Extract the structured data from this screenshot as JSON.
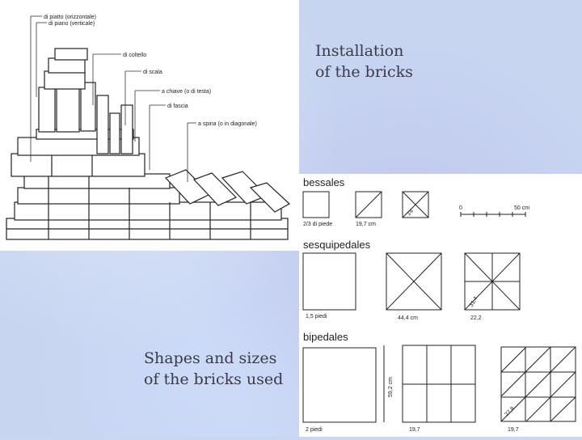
{
  "captions": {
    "installation": [
      "Installation",
      "of the bricks"
    ],
    "shapes": [
      "Shapes and sizes",
      "of the bricks used"
    ]
  },
  "brick_labels": [
    "di piatto (orizzontale)",
    "di piano (verticale)",
    "di coltello",
    "di scala",
    "a chiave (o di testa)",
    "di fascia",
    "a spina (o in diagonale)"
  ],
  "sizes": {
    "bessales": {
      "title": "bessales",
      "left": "2/3 di piede",
      "mid": "19,7 cm",
      "diag": "14",
      "scale_start": "0",
      "scale_end": "50 cm"
    },
    "sesquipedales": {
      "title": "sesquipedales",
      "left": "1,5 piedi",
      "mid": "44,4 cm",
      "right": "22,2",
      "diag": "31,4"
    },
    "bipedales": {
      "title": "bipedales",
      "side": "59,2 cm",
      "left": "2 piedi",
      "mid": "19,7",
      "right": "19,7",
      "diag": "27,8"
    }
  }
}
